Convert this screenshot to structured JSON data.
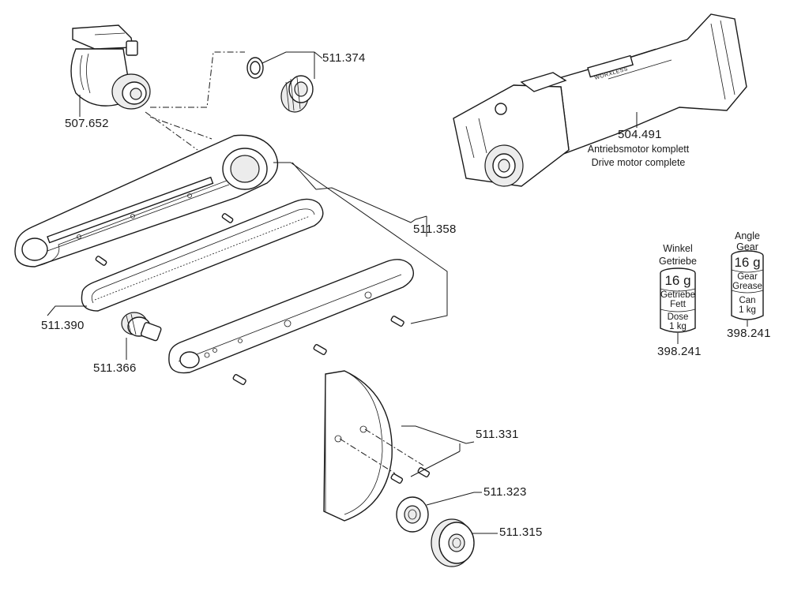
{
  "parts": [
    {
      "id": "p507652",
      "number": "507.652"
    },
    {
      "id": "p511374",
      "number": "511.374"
    },
    {
      "id": "p504491",
      "number": "504.491",
      "desc_de": "Antriebsmotor komplett",
      "desc_en": "Drive motor complete"
    },
    {
      "id": "p511358",
      "number": "511.358"
    },
    {
      "id": "p511390",
      "number": "511.390"
    },
    {
      "id": "p511366",
      "number": "511.366"
    },
    {
      "id": "p511331",
      "number": "511.331"
    },
    {
      "id": "p511323",
      "number": "511.323"
    },
    {
      "id": "p511315",
      "number": "511.315"
    }
  ],
  "grease_de": {
    "heading_line1": "Winkel",
    "heading_line2": "Getriebe",
    "weight": "16 g",
    "content_line1": "Getriebe",
    "content_line2": "Fett",
    "container_line1": "Dose",
    "container_line2": "1 kg",
    "number": "398.241"
  },
  "grease_en": {
    "heading_line1": "Angle",
    "heading_line2": "Gear",
    "weight": "16 g",
    "content_line1": "Gear",
    "content_line2": "Grease",
    "container_line1": "Can",
    "container_line2": "1 kg",
    "number": "398.241"
  },
  "motor_brand_text": "WORXLESS"
}
